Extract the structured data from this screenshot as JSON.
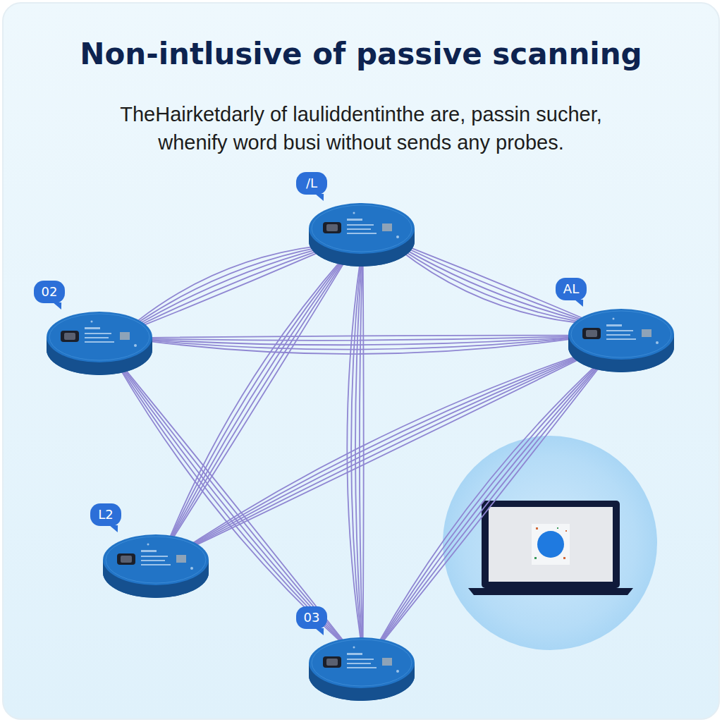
{
  "diagram": {
    "title": "Non-intlusive of passive scanning",
    "caption": "TheHairketdarly of lauliddentinthe are, passin sucher, whenify word busi without sends any probes.",
    "nodes": [
      {
        "text": [
          "/L"
        ]
      },
      {
        "text": [
          "02"
        ]
      },
      {
        "text": [
          "AL"
        ]
      },
      {
        "text": [
          "L2"
        ]
      },
      {
        "text": [
          "03"
        ]
      }
    ],
    "edges": [
      {
        "from": 0,
        "to": 1,
        "arrow": "none"
      },
      {
        "from": 0,
        "to": 2,
        "arrow": "none"
      },
      {
        "from": 0,
        "to": 3,
        "arrow": "none"
      },
      {
        "from": 0,
        "to": 4,
        "arrow": "none"
      },
      {
        "from": 1,
        "to": 2,
        "arrow": "none"
      },
      {
        "from": 1,
        "to": 4,
        "arrow": "none"
      },
      {
        "from": 2,
        "to": 3,
        "arrow": "none"
      },
      {
        "from": 2,
        "to": 4,
        "arrow": "none"
      }
    ]
  }
}
